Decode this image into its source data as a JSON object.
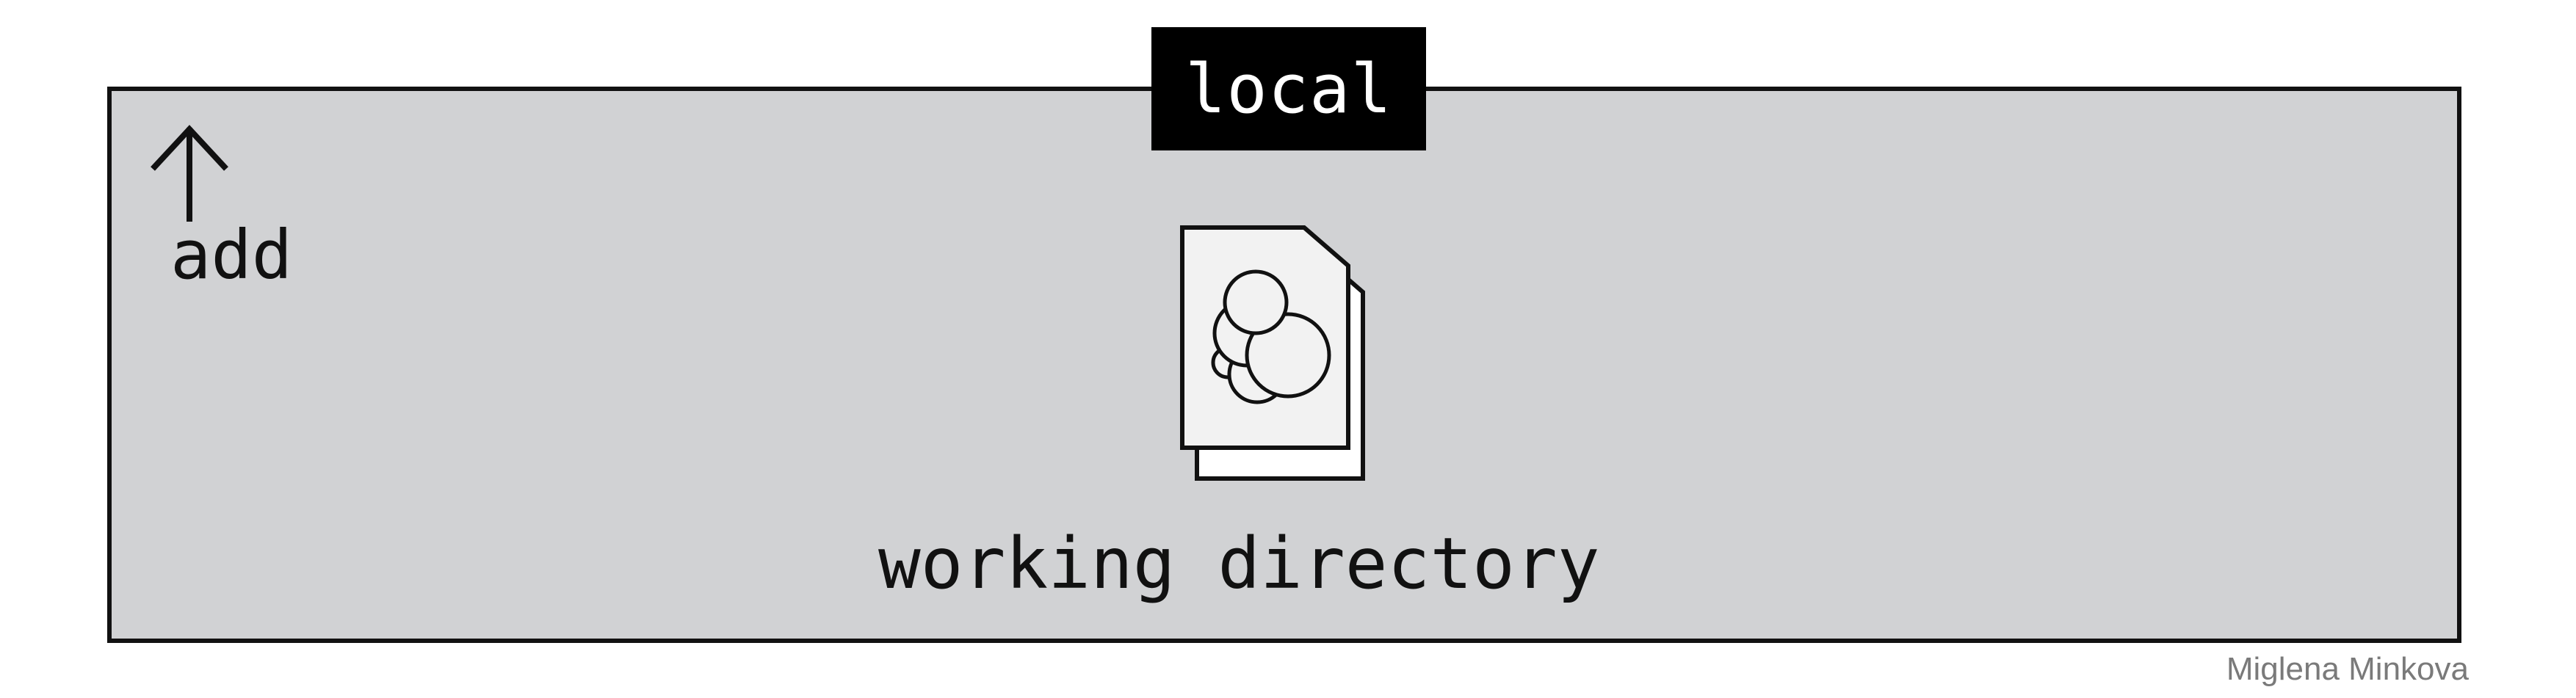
{
  "panel": {
    "tag_label": "local",
    "add_label": "add",
    "section_label": "working directory"
  },
  "icons": {
    "add": "arrow-up-icon",
    "files": "files-stack-icon"
  },
  "colors": {
    "panel_bg": "#d1d2d4",
    "border": "#111111",
    "tag_bg": "#000000",
    "tag_text": "#ffffff",
    "credit_text": "#7a7a7a"
  },
  "credit": "Miglena Minkova"
}
